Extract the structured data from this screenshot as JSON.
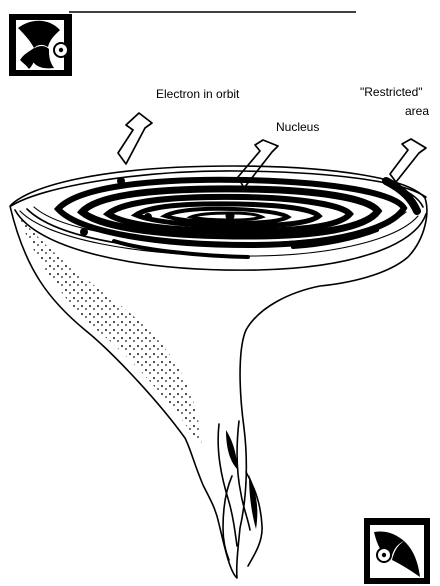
{
  "labels": {
    "electron": "Electron in orbit",
    "nucleus": "Nucleus",
    "restricted_line1": "\"Restricted\"",
    "restricted_line2": "area"
  },
  "ornaments": {
    "top_left": "corner-ornament-icon",
    "bottom_right": "corner-ornament-icon"
  }
}
